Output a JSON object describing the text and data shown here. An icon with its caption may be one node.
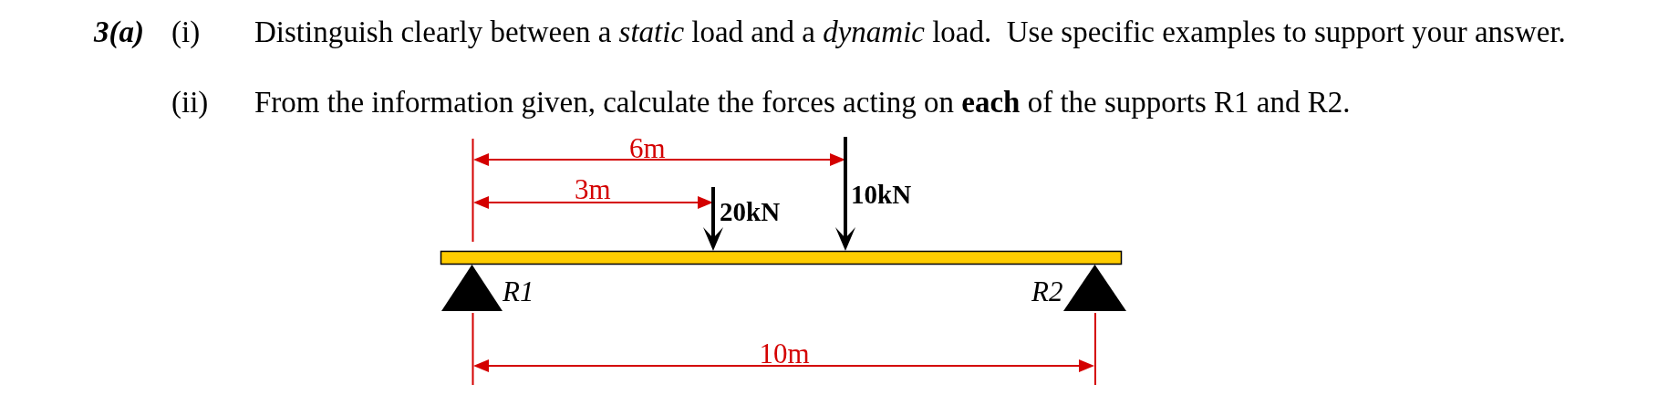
{
  "diagram": {
    "labels": [
      "3(a)",
      "(i)",
      "Distinguish clearly between a *static* load and a *dynamic* load.  Use specific examples to support your answer.",
      "(ii)",
      "From the information given, calculate the forces acting on **each** of the supports R1 and R2.",
      "6m",
      "3m",
      "20kN",
      "10kN",
      "R1",
      "R2",
      "10m"
    ]
  }
}
